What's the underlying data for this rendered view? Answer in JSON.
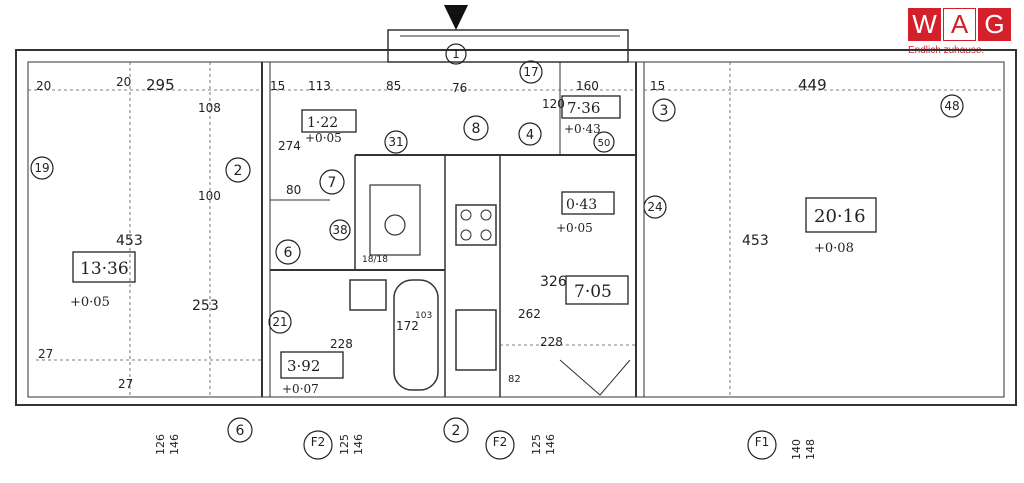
{
  "logo": {
    "letters": [
      "W",
      "A",
      "G"
    ],
    "tagline": "Endlich zuhause.",
    "color": "#d3202b"
  },
  "rooms": [
    {
      "id": "left-room",
      "area": "13·36",
      "level": "+0·05"
    },
    {
      "id": "hall",
      "area": "1·22",
      "level": "+0·05"
    },
    {
      "id": "small-top",
      "area": "7·36",
      "level": "+0·43"
    },
    {
      "id": "storage",
      "area": "0·43",
      "level": "+0·05"
    },
    {
      "id": "kitchen",
      "area": "7·05",
      "level": ""
    },
    {
      "id": "bath",
      "area": "3·92",
      "level": "+0·07"
    },
    {
      "id": "right-room",
      "area": "20·16",
      "level": "+0·08"
    }
  ],
  "dimensions": [
    "20",
    "20",
    "295",
    "108",
    "453",
    "100",
    "253",
    "27",
    "27",
    "15",
    "113",
    "85",
    "76",
    "120",
    "160",
    "15",
    "449",
    "274",
    "80",
    "228",
    "172",
    "103",
    "18/18",
    "262",
    "228",
    "326",
    "453",
    "82"
  ],
  "markers": [
    "1",
    "2",
    "3",
    "4",
    "6",
    "7",
    "8",
    "17",
    "19",
    "21",
    "24",
    "31",
    "38",
    "48",
    "50"
  ],
  "bottom_labels": {
    "axis_6": "6",
    "axis_2": "2",
    "f2a": "F2",
    "f2b": "F2",
    "f1": "F1",
    "dims": [
      "126",
      "146",
      "125",
      "146",
      "125",
      "146",
      "140",
      "148"
    ]
  }
}
